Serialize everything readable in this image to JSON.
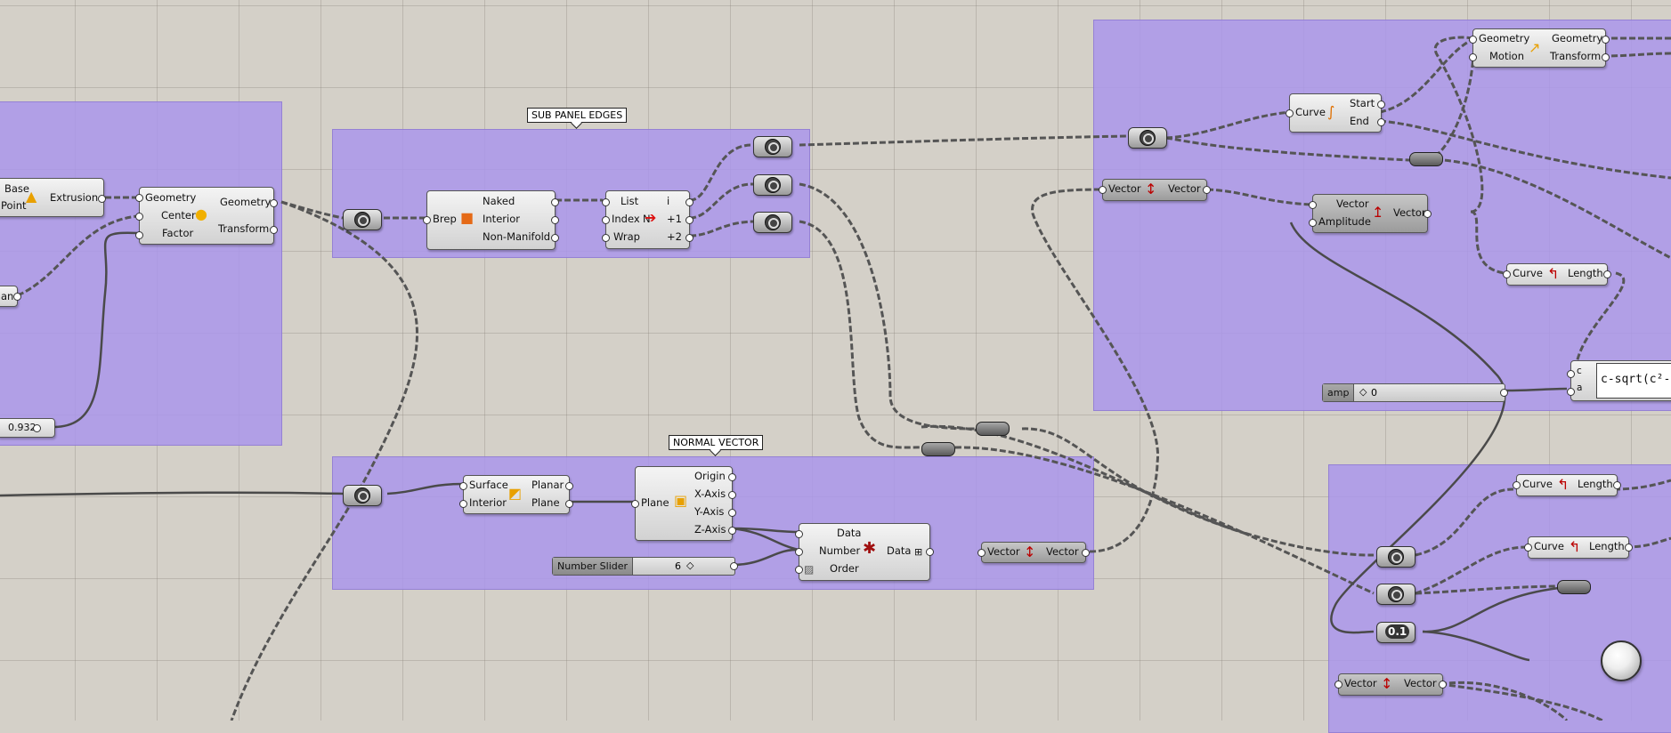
{
  "groups": {
    "sub_panel_edges": "SUB PANEL EDGES",
    "normal_vector": "NORMAL VECTOR"
  },
  "extrude": {
    "base": "Base",
    "point": "Point",
    "output": "Extrusion"
  },
  "scale": {
    "in_geometry": "Geometry",
    "in_center": "Center",
    "in_factor": "Factor",
    "out_geometry": "Geometry",
    "out_transform": "Transform"
  },
  "partial_label": "an",
  "factor_value": "0.932",
  "brep_edges": {
    "input": "Brep",
    "out_naked": "Naked",
    "out_interior": "Interior",
    "out_nonmanifold": "Non-Manifold"
  },
  "list_shift": {
    "in_list": "List",
    "in_index": "Index",
    "in_wrap": "Wrap",
    "out_i": "i",
    "out_p1": "+1",
    "out_p2": "+2",
    "n_label": "N"
  },
  "surface_frame": {
    "in_surface": "Surface",
    "in_interior": "Interior",
    "out_planar": "Planar",
    "out_plane": "Plane"
  },
  "deconstruct_plane": {
    "input": "Plane",
    "origin": "Origin",
    "xaxis": "X-Axis",
    "yaxis": "Y-Axis",
    "zaxis": "Z-Axis"
  },
  "number_slider": {
    "name": "Number Slider",
    "value": "6"
  },
  "dispatch": {
    "in_data": "Data",
    "in_number": "Number",
    "in_order": "Order",
    "out_data": "Data"
  },
  "vector_unit_1": {
    "in": "Vector",
    "out": "Vector"
  },
  "vector_unit_2": {
    "in": "Vector",
    "out": "Vector"
  },
  "vector_unit_3": {
    "in": "Vector",
    "out": "Vector"
  },
  "amplitude": {
    "in_vector": "Vector",
    "in_amplitude": "Amplitude",
    "out": "Vector"
  },
  "end_points": {
    "input": "Curve",
    "out_start": "Start",
    "out_end": "End"
  },
  "move": {
    "in_geometry": "Geometry",
    "in_motion": "Motion",
    "out_geometry": "Geometry",
    "out_transform": "Transform"
  },
  "length_1": {
    "input": "Curve",
    "output": "Length"
  },
  "length_2": {
    "input": "Curve",
    "output": "Length"
  },
  "length_3": {
    "input": "Curve",
    "output": "Length"
  },
  "amp_slider": {
    "name": "amp",
    "value": "0"
  },
  "expression": {
    "in_c": "c",
    "in_a": "a",
    "formula": "c-sqrt(c²-"
  },
  "num_param": "0.1",
  "colors": {
    "group_fill": "#ab96eb",
    "canvas": "#d4d0c8"
  }
}
